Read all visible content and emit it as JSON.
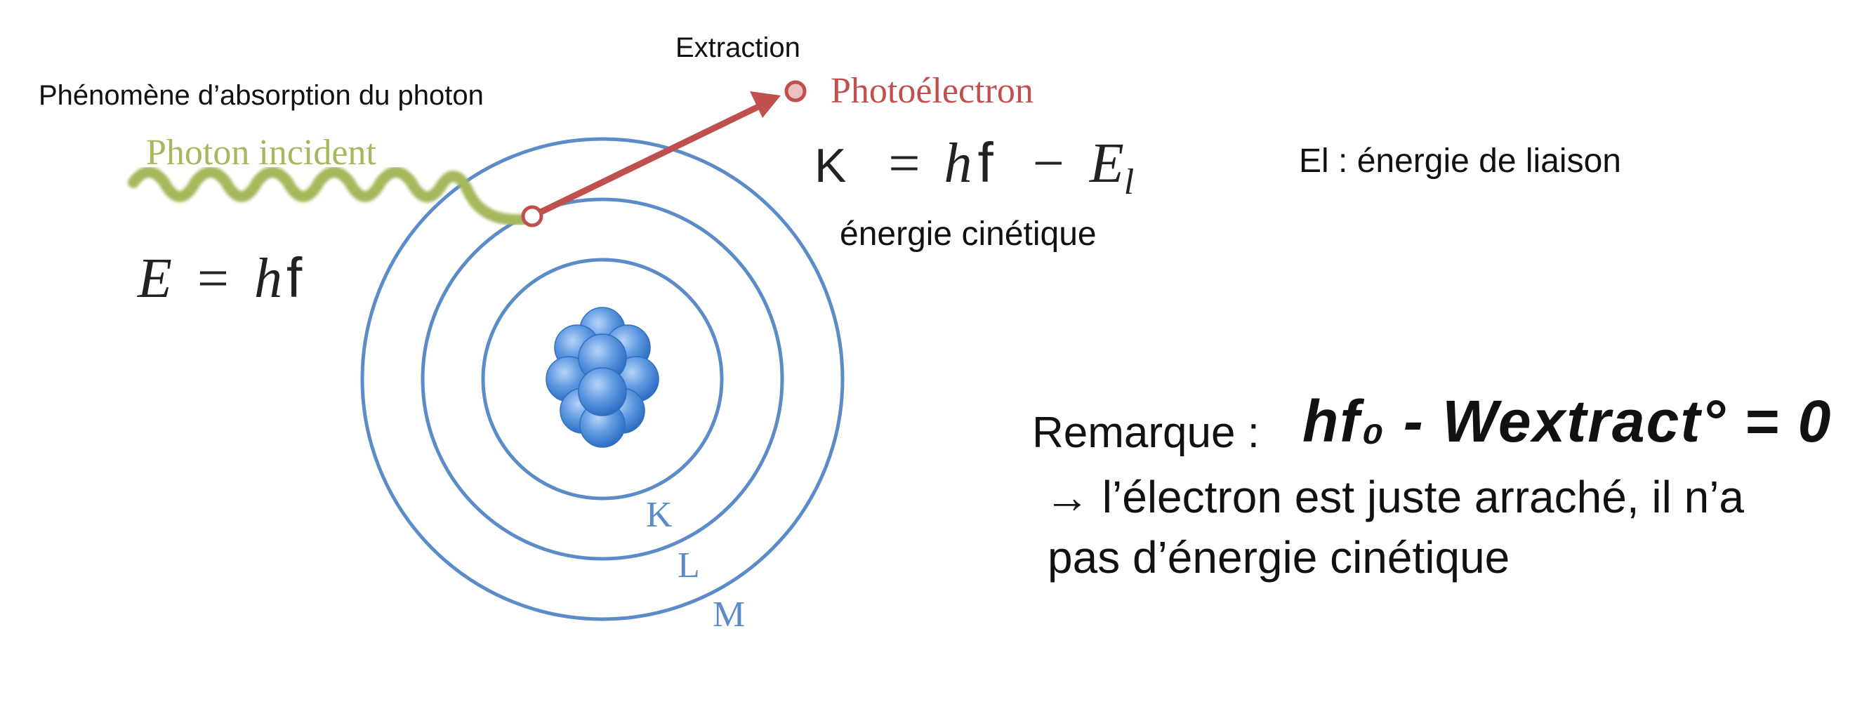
{
  "labels": {
    "extraction": "Extraction",
    "absorption": "Phénomène d’absorption du photon",
    "photon_incident": "Photon incident",
    "photoelectron": "Photoélectron",
    "energie_cinetique": "énergie cinétique",
    "el_definition": "El : énergie de liaison"
  },
  "equations": {
    "photon_energy": {
      "E": "E",
      "eq": "=",
      "h": "h",
      "f": "f"
    },
    "kinetic": {
      "K": "K",
      "eq": "=",
      "h": "h",
      "f": "f",
      "minus": "−",
      "E": "E",
      "sub": "l"
    }
  },
  "shells": {
    "k": "K",
    "l": "L",
    "m": "M"
  },
  "remark": {
    "prefix": "Remarque :",
    "handwritten": "hf₀ - Wextract° = 0",
    "line1": "→ l’électron est juste arraché, il n’a",
    "line2": "pas d’énergie cinétique"
  },
  "colors": {
    "orbit": "#5b8cc8",
    "nucleus": "#4a86d6",
    "photon_wave": "#a4b85c",
    "photoelectron": "#c0504d",
    "text": "#111111"
  }
}
